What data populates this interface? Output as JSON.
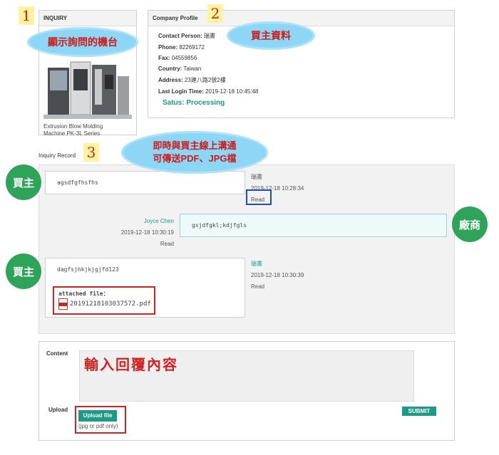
{
  "inquiry": {
    "header": "INQUIRY",
    "product_caption_line1": "Extrusion Blow Molding",
    "product_caption_line2": "Machine PK-3L Series"
  },
  "profile": {
    "header": "Company Profile",
    "contact_label": "Contact Person:",
    "contact_value": "瑞書",
    "phone_label": "Phone:",
    "phone_value": "82269172",
    "fax_label": "Fax:",
    "fax_value": "04559856",
    "country_label": "Country:",
    "country_value": "Taiwan",
    "address_label": "Address:",
    "address_value": "23建八路2號2樓",
    "login_label": "Last Login Time:",
    "login_value": "2019-12-18 10:45:48",
    "status": "Satus: Processing"
  },
  "annotations": {
    "n1": "1",
    "n2": "2",
    "n3": "3",
    "cloud1": "顯示詢問的機台",
    "cloud2": "買主資料",
    "cloud3_line1": "即時與買主線上溝通",
    "cloud3_line2": "可傳送PDF、JPG檔",
    "buyer1": "買主",
    "vendor": "廠商",
    "buyer2": "買主",
    "reply_hint": "輸入回覆內容"
  },
  "record": {
    "label": "Inquiry Record",
    "messages": [
      {
        "text": "agsdfgfhsfhs",
        "sender": "瑞書",
        "time": "2019-12-18 10:28:34",
        "status": "Read"
      },
      {
        "text": "gsjdfgkl;kdjfgls",
        "sender": "Joyce Chen",
        "time": "2019-12-18 10:30:19",
        "status": "Read"
      },
      {
        "text": "dagfsjhkjkjgjfd123",
        "sender": "瑞書",
        "time": "2019-12-18 10:30:39",
        "status": "Read",
        "attached_label": "attached file：",
        "file_name": "20191218103037572.pdf"
      }
    ]
  },
  "reply": {
    "content_label": "Content",
    "upload_label": "Upload",
    "upload_button": "Upload file",
    "upload_hint": "(jpg or pdf only)",
    "submit": "SUBMIT"
  },
  "colors": {
    "teal": "#1d9a86",
    "green_badge": "#2ea35a",
    "annotation_red": "#d42121",
    "annotation_blue": "#1f4cc4"
  }
}
